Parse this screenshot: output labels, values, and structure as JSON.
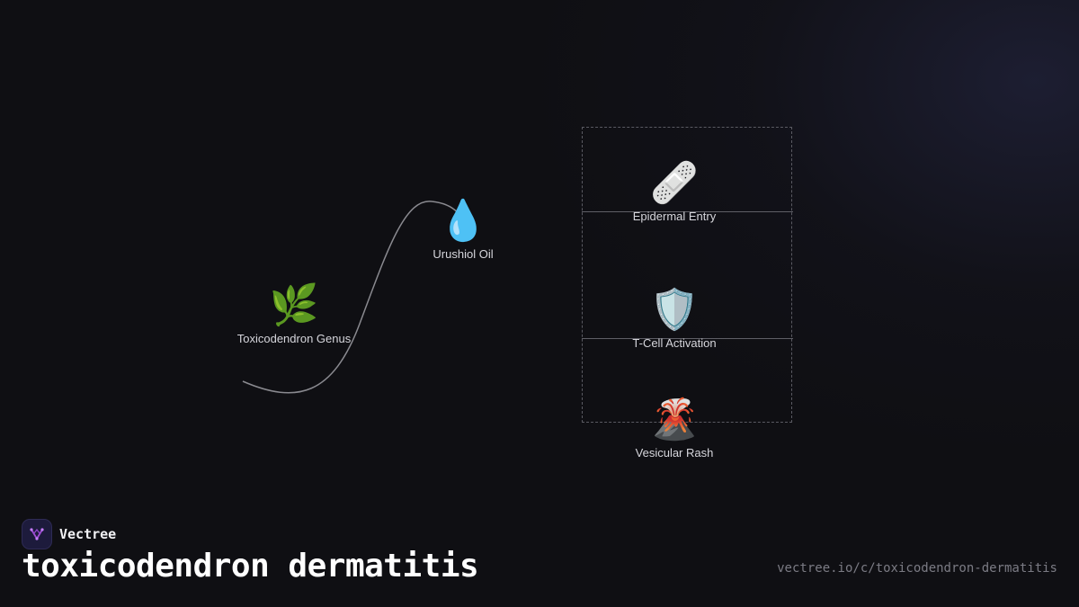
{
  "nodes": {
    "genus": {
      "icon": "🌿",
      "icon_name": "herb-icon",
      "label": "Toxicodendron Genus"
    },
    "oil": {
      "icon": "💧",
      "icon_name": "droplet-icon",
      "label": "Urushiol Oil"
    },
    "entry": {
      "icon": "🩹",
      "icon_name": "bandage-icon",
      "label": "Epidermal Entry"
    },
    "tcell": {
      "icon": "🛡️",
      "icon_name": "shield-icon",
      "label": "T-Cell Activation"
    },
    "rash": {
      "icon": "🌋",
      "icon_name": "volcano-icon",
      "label": "Vesicular Rash"
    }
  },
  "brand": {
    "name": "Vectree",
    "logo_icon": "vectree-logo-icon"
  },
  "title": "toxicodendron dermatitis",
  "url": "vectree.io/c/toxicodendron-dermatitis",
  "colors": {
    "background": "#0f0f13",
    "connector": "#8a8a90",
    "group_border": "#5a5a62",
    "logo_accent": "#a24fd6"
  }
}
